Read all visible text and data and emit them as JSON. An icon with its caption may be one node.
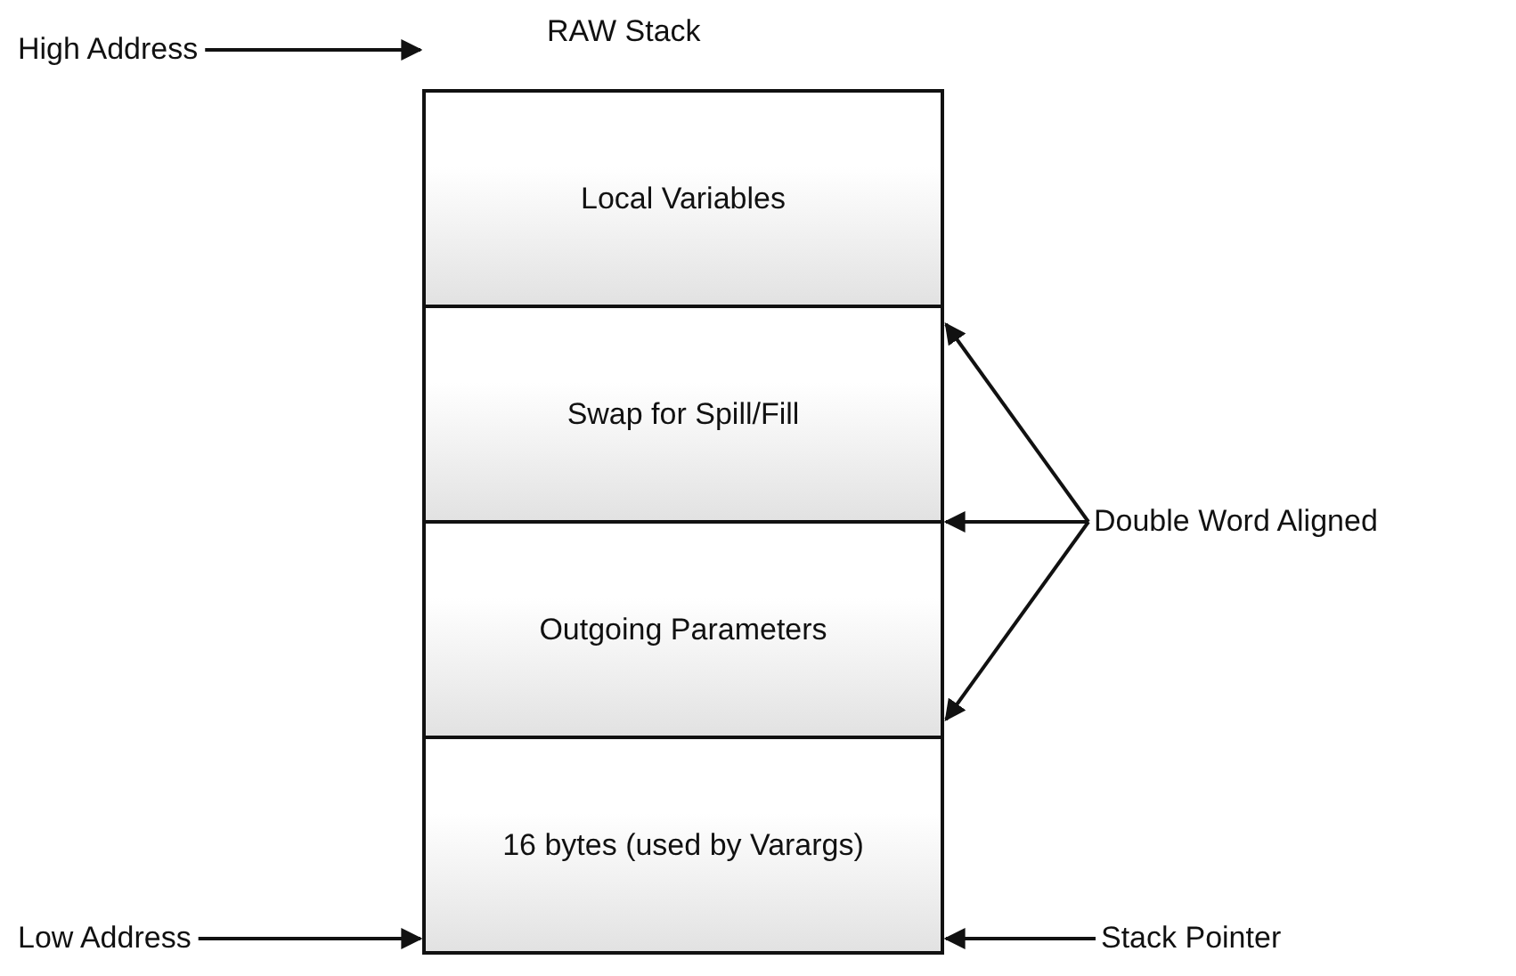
{
  "diagram": {
    "title": "RAW Stack",
    "nodes": [
      {
        "text": [
          "Local Variables"
        ]
      },
      {
        "text": [
          "Swap for Spill/Fill"
        ]
      },
      {
        "text": [
          "Outgoing Parameters"
        ]
      },
      {
        "text": [
          "16 bytes (used by Varargs)"
        ]
      },
      {
        "text": [
          "High Address"
        ]
      },
      {
        "text": [
          "Low Address"
        ]
      },
      {
        "text": [
          "Double Word Aligned"
        ]
      },
      {
        "text": [
          "Stack Pointer"
        ]
      }
    ],
    "edges": [
      {
        "from": 4,
        "to": 0,
        "arrow": "to"
      },
      {
        "from": 6,
        "to": 0,
        "arrow": "to"
      },
      {
        "from": 6,
        "to": 1,
        "arrow": "to"
      },
      {
        "from": 6,
        "to": 2,
        "arrow": "to"
      },
      {
        "from": 5,
        "to": 3,
        "arrow": "to"
      },
      {
        "from": 7,
        "to": 3,
        "arrow": "to"
      }
    ]
  }
}
